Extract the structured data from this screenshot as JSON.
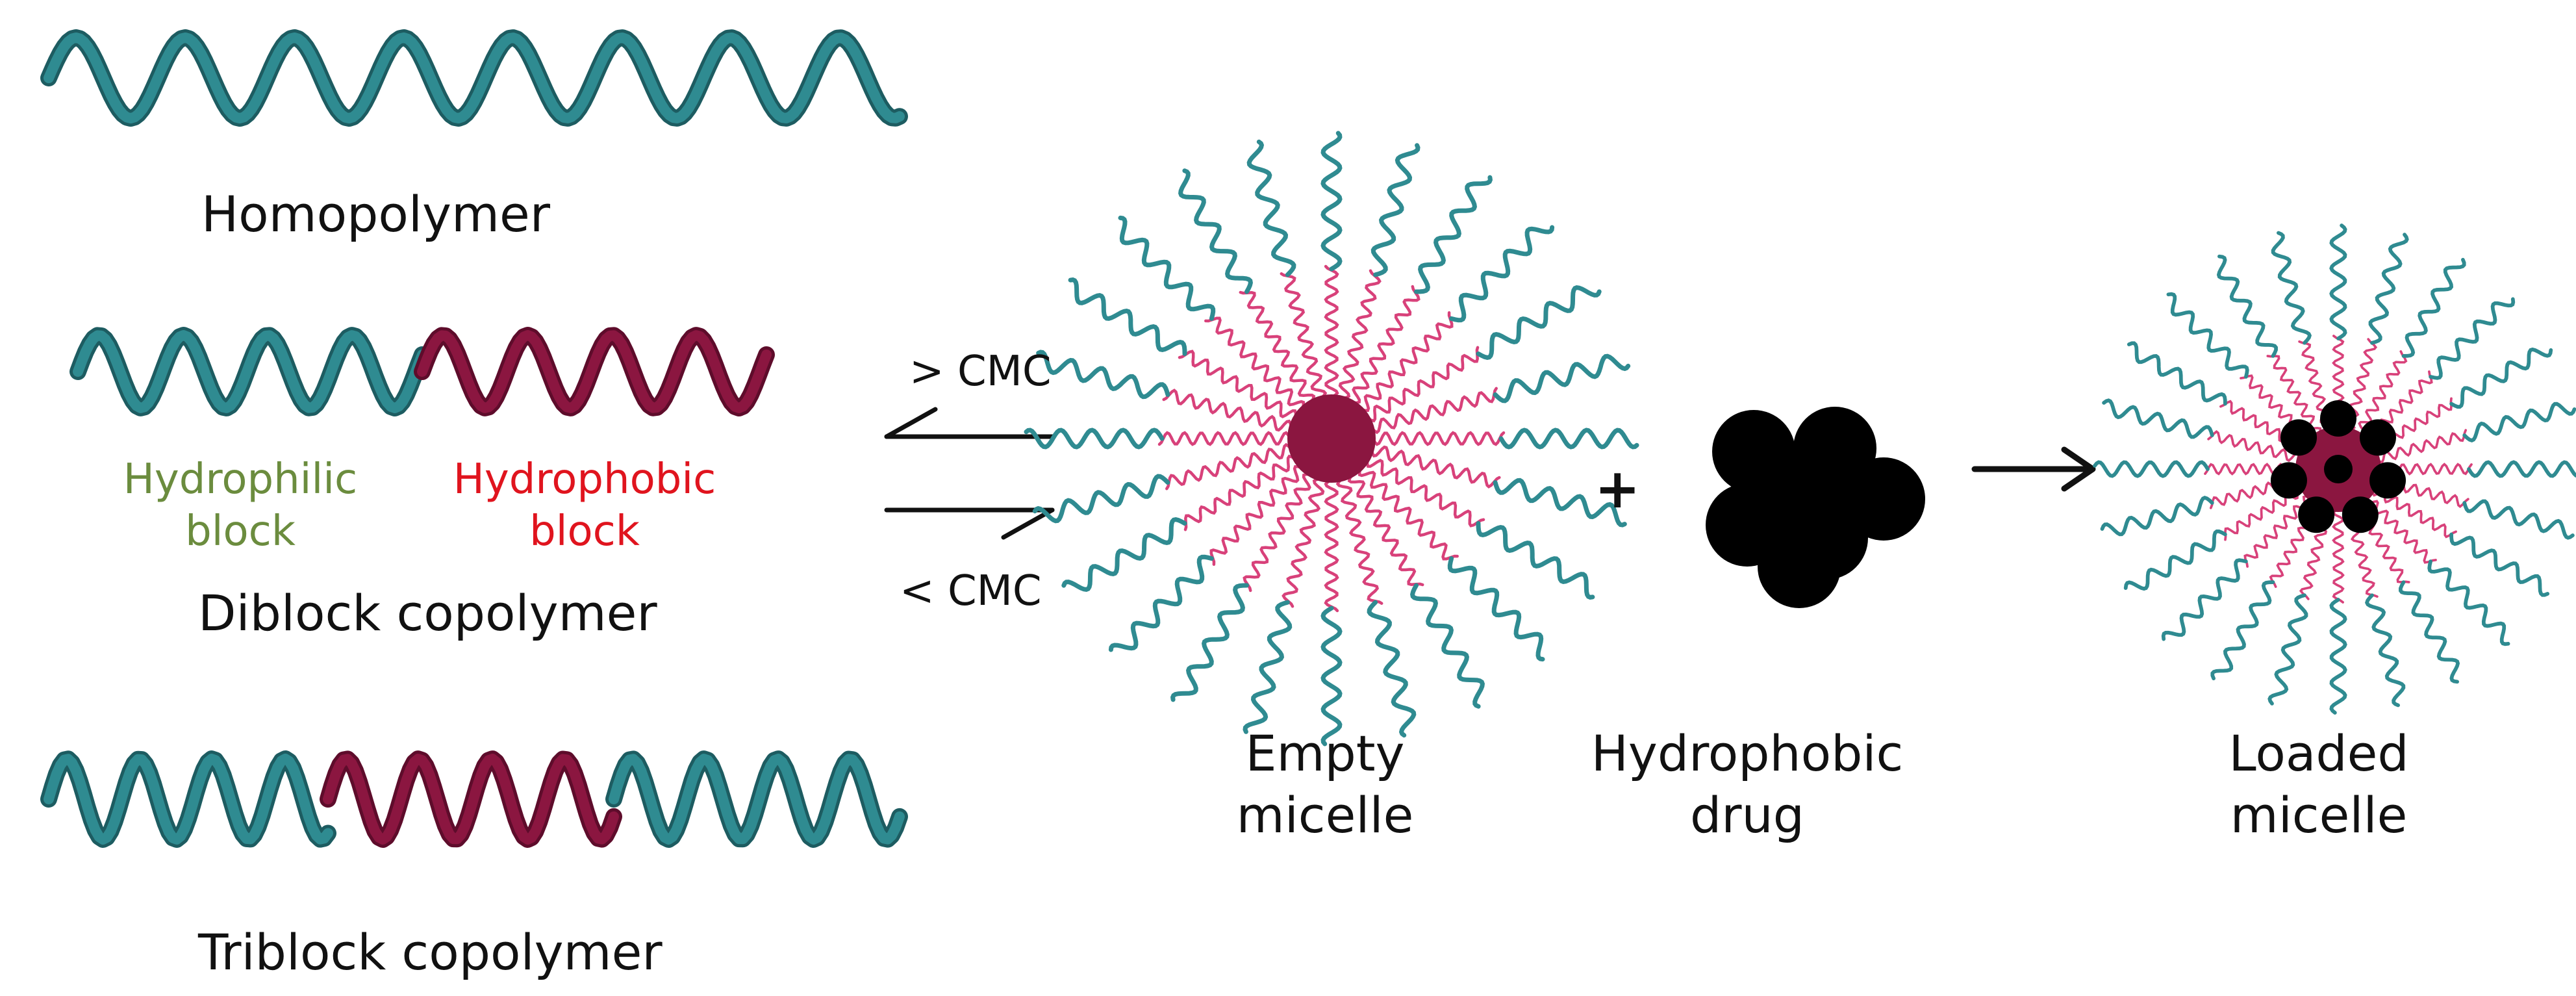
{
  "colors": {
    "hydrophilic": "#2f8b91",
    "hydrophilic_dark": "#1d5c61",
    "hydrophobic": "#8b1640",
    "hydrophobic_dark": "#5e0c2b",
    "inner_tail": "#d8417a",
    "core": "#8b1640",
    "drug": "#000000",
    "label_green": "#6b8c3e",
    "label_red": "#e0141e",
    "text": "#111111"
  },
  "labels": {
    "homopolymer": "Homopolymer",
    "hydrophilic_block": [
      "Hydrophilic",
      "block"
    ],
    "hydrophobic_block": [
      "Hydrophobic",
      "block"
    ],
    "diblock": "Diblock copolymer",
    "triblock": "Triblock copolymer",
    "above_cmc": "> CMC",
    "below_cmc": "< CMC",
    "plus": "+",
    "empty_micelle": [
      "Empty",
      "micelle"
    ],
    "hydrophobic_drug": [
      "Hydrophobic",
      "drug"
    ],
    "loaded_micelle": [
      "Loaded",
      "micelle"
    ]
  },
  "icons": {
    "equilibrium": "reversible-arrows-icon",
    "reaction": "right-arrow-icon"
  }
}
